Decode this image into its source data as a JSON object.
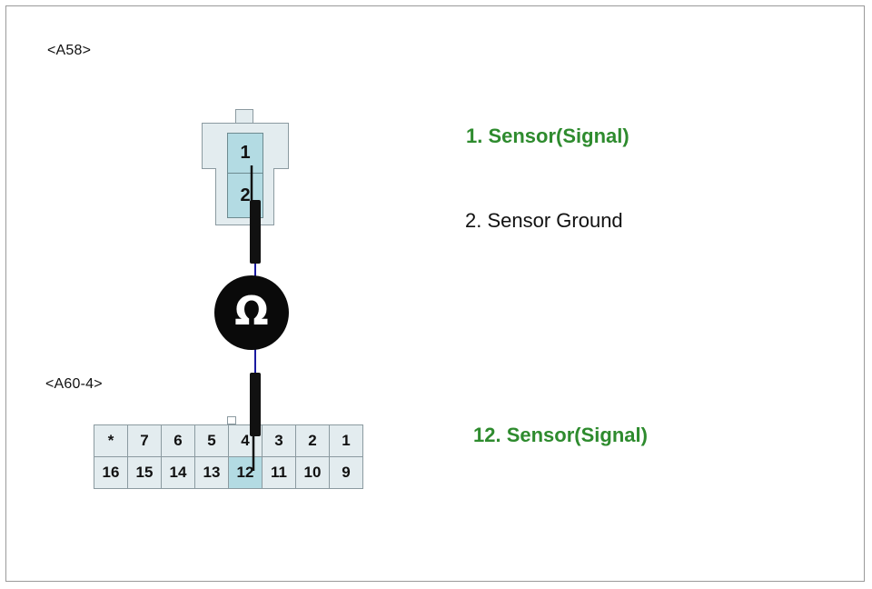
{
  "connector_top": {
    "name": "<A58>",
    "pins": [
      "1",
      "2"
    ],
    "highlighted_pin": "1"
  },
  "connector_bottom": {
    "name": "<A60-4>",
    "rows": [
      [
        "*",
        "7",
        "6",
        "5",
        "4",
        "3",
        "2",
        "1"
      ],
      [
        "16",
        "15",
        "14",
        "13",
        "12",
        "11",
        "10",
        "9"
      ]
    ],
    "highlighted_pin": "12"
  },
  "meter": {
    "symbol": "Ω",
    "icon": "ohm-meter-icon"
  },
  "pin_descriptions": {
    "a58_pin1": "1. Sensor(Signal)",
    "a58_pin2": "2. Sensor Ground",
    "a60_pin12": "12. Sensor(Signal)"
  },
  "colors": {
    "highlight_text": "#2e8b2e",
    "pin_highlight": "#b3dbe3",
    "connector_body": "#e3ecef",
    "probe_wire": "#1a1aa0"
  }
}
